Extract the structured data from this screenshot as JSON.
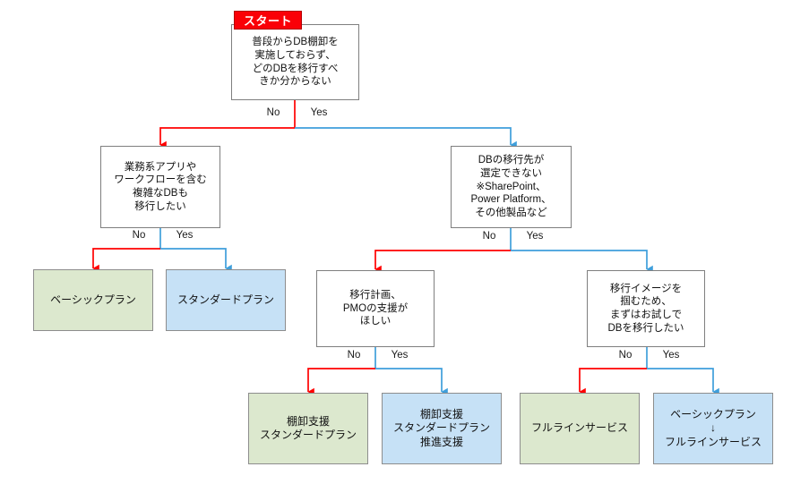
{
  "diagram": {
    "title_badge": "スタート",
    "colors": {
      "no_branch": "#ff0000",
      "yes_branch": "#3f9fdb",
      "result_green": "#dce8ce",
      "result_blue": "#c6e1f6",
      "badge_red": "#fa0007",
      "box_border": "#808080"
    },
    "labels": {
      "no": "No",
      "yes": "Yes"
    },
    "questions": {
      "q1": "普段からDB棚卸を\n実施しておらず、\nどのDBを移行すべ\nきか分からない",
      "q2": "業務系アプリや\nワークフローを含む\n複雑なDBも\n移行したい",
      "q3": "DBの移行先が\n選定できない\n※SharePoint、\nPower Platform、\nその他製品など",
      "q4": "移行計画、\nPMOの支援が\nほしい",
      "q5": "移行イメージを\n掴むため、\nまずはお試しで\nDBを移行したい"
    },
    "results": {
      "r1": "ベーシックプラン",
      "r2": "スタンダードプラン",
      "r3": "棚卸支援\nスタンダードプラン",
      "r4": "棚卸支援\nスタンダードプラン\n推進支援",
      "r5": "フルラインサービス",
      "r6": "ベーシックプラン\n↓\nフルラインサービス"
    },
    "branch_labels": {
      "b1_no": "No",
      "b1_yes": "Yes",
      "b2_no": "No",
      "b2_yes": "Yes",
      "b3_no": "No",
      "b3_yes": "Yes",
      "b4_no": "No",
      "b4_yes": "Yes",
      "b5_no": "No",
      "b5_yes": "Yes"
    }
  }
}
